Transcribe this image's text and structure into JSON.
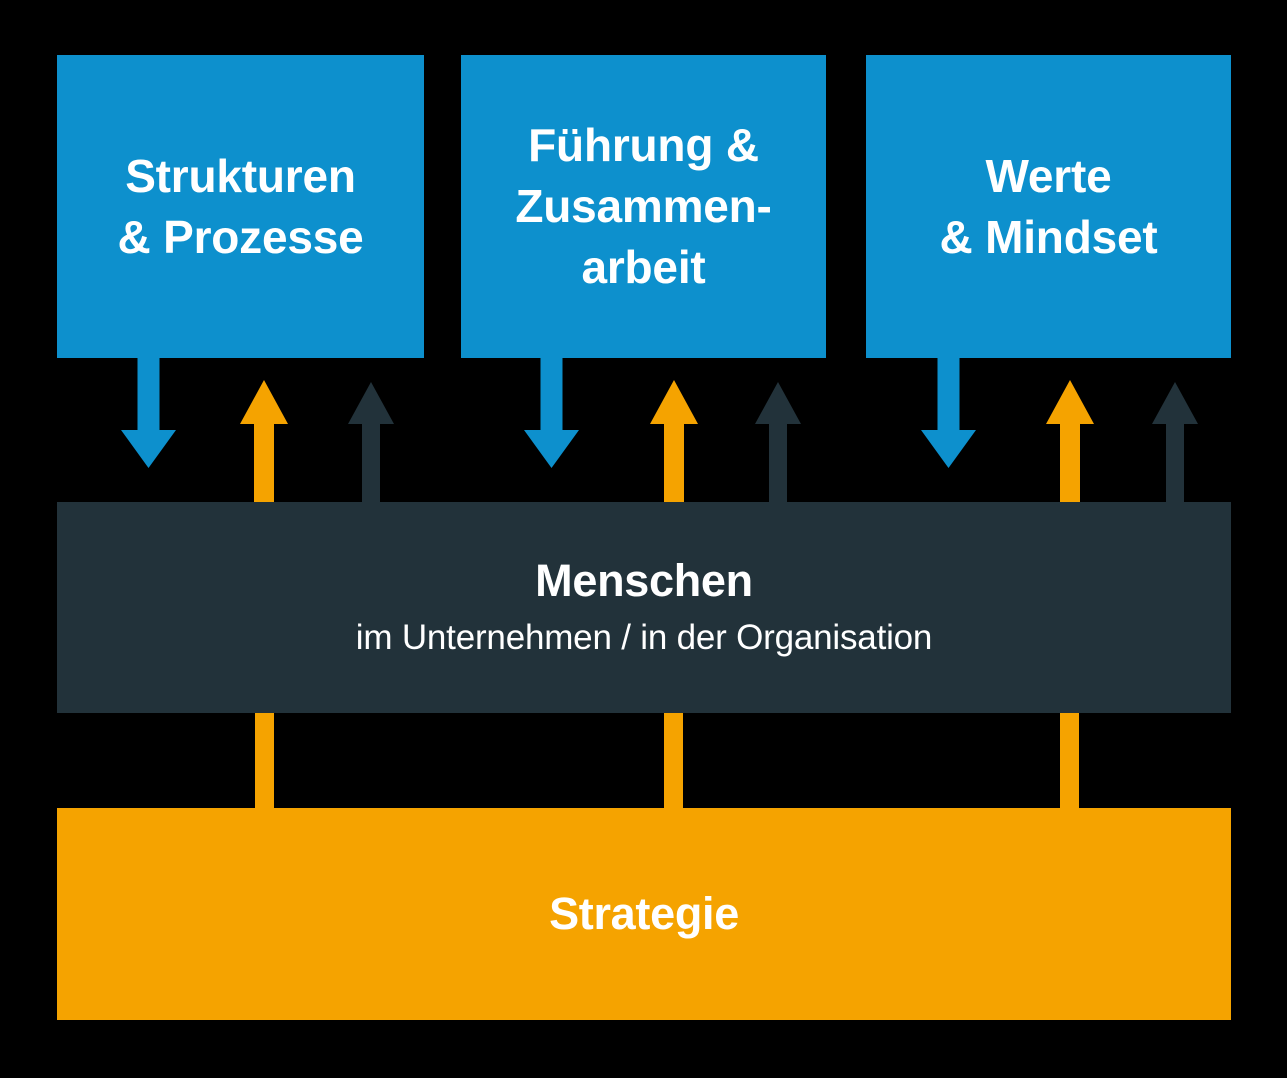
{
  "diagram": {
    "title": "Menschen im Unternehmen / in der Organisation",
    "colors": {
      "background": "#000000",
      "pillar_blue": "#0d90cd",
      "people_navy": "#22323a",
      "strategy_orange": "#f5a300",
      "text_white": "#ffffff"
    }
  },
  "pillars": [
    {
      "label": "Strukturen\n& Prozesse"
    },
    {
      "label": "Führung &\nZusammen-\narbeit"
    },
    {
      "label": "Werte\n& Mindset"
    }
  ],
  "people": {
    "title": "Menschen",
    "subtitle": "im Unternehmen / in der Organisation"
  },
  "strategy": {
    "label": "Strategie"
  },
  "arrow_groups": [
    {
      "pillar": "Strukturen & Prozesse",
      "arrows": [
        {
          "name": "arrow-down-blue",
          "direction": "down",
          "color": "#0d90cd"
        },
        {
          "name": "arrow-up-orange",
          "direction": "up",
          "color": "#f5a300"
        },
        {
          "name": "arrow-up-navy",
          "direction": "up",
          "color": "#22323a"
        }
      ]
    },
    {
      "pillar": "Führung & Zusammenarbeit",
      "arrows": [
        {
          "name": "arrow-down-blue",
          "direction": "down",
          "color": "#0d90cd"
        },
        {
          "name": "arrow-up-orange",
          "direction": "up",
          "color": "#f5a300"
        },
        {
          "name": "arrow-up-navy",
          "direction": "up",
          "color": "#22323a"
        }
      ]
    },
    {
      "pillar": "Werte & Mindset",
      "arrows": [
        {
          "name": "arrow-down-blue",
          "direction": "down",
          "color": "#0d90cd"
        },
        {
          "name": "arrow-up-orange",
          "direction": "up",
          "color": "#f5a300"
        },
        {
          "name": "arrow-up-navy",
          "direction": "up",
          "color": "#22323a"
        }
      ]
    }
  ],
  "connectors": [
    {
      "name": "strategy-connector-left",
      "color": "#f5a300"
    },
    {
      "name": "strategy-connector-center",
      "color": "#f5a300"
    },
    {
      "name": "strategy-connector-right",
      "color": "#f5a300"
    }
  ]
}
